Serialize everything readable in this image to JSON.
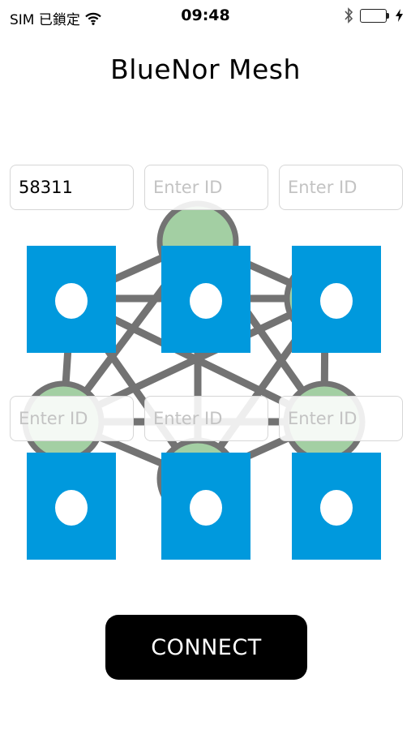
{
  "status_bar": {
    "carrier": "SIM 已鎖定",
    "time": "09:48",
    "battery_color": "#4cd964"
  },
  "app": {
    "title": "BlueNor Mesh"
  },
  "inputs": [
    {
      "value": "58311",
      "placeholder": "Enter ID"
    },
    {
      "value": "",
      "placeholder": "Enter ID"
    },
    {
      "value": "",
      "placeholder": "Enter ID"
    },
    {
      "value": "",
      "placeholder": "Enter ID"
    },
    {
      "value": "",
      "placeholder": "Enter ID"
    },
    {
      "value": "",
      "placeholder": "Enter ID"
    }
  ],
  "colors": {
    "node_blue": "#0099dd",
    "mesh_line": "#737373",
    "mesh_circle_fill": "#a3cfa3",
    "button_bg": "#000000"
  },
  "connect_button": {
    "label": "CONNECT"
  }
}
